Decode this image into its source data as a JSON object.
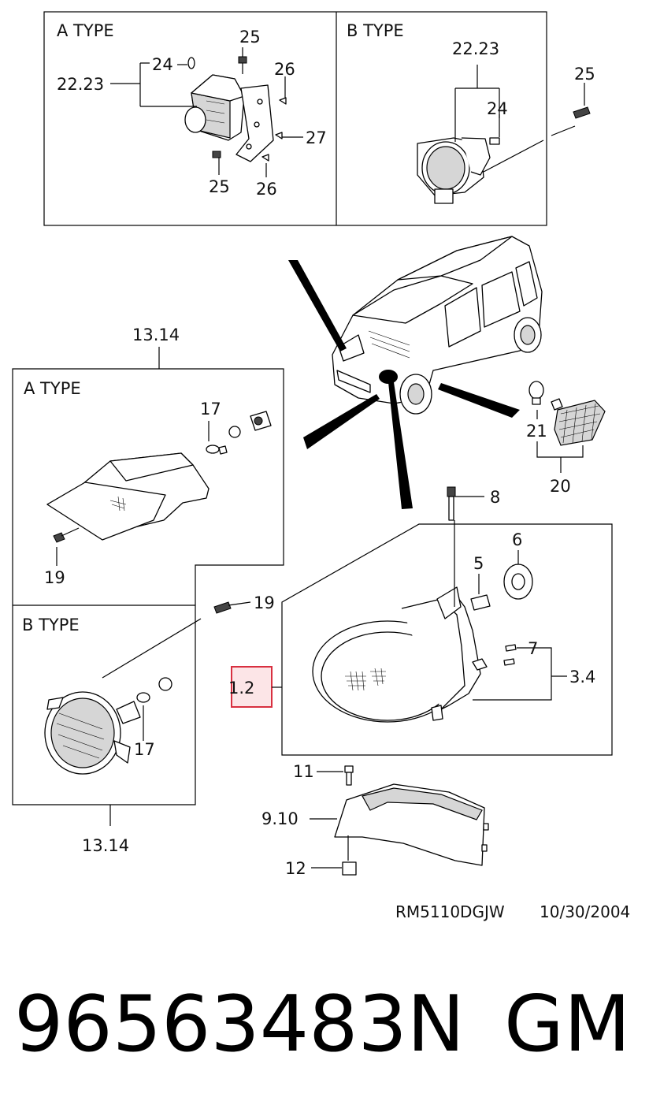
{
  "panels": {
    "fog_a_title": "A TYPE",
    "fog_b_title": "B TYPE",
    "turn_a_title": "A TYPE",
    "turn_b_title": "B TYPE"
  },
  "callouts": {
    "fog_a_25_top": "25",
    "fog_a_24": "24",
    "fog_a_2223": "22.23",
    "fog_a_26_top": "26",
    "fog_a_27": "27",
    "fog_a_25_bottom": "25",
    "fog_a_26_bottom": "26",
    "fog_b_2223": "22.23",
    "fog_b_24": "24",
    "fog_b_25": "25",
    "turn_top_1314": "13.14",
    "turn_a_17": "17",
    "turn_a_19": "19",
    "turn_b_19": "19",
    "turn_b_17": "17",
    "turn_bottom_1314": "13.14",
    "side_21": "21",
    "side_20": "20",
    "head_8": "8",
    "head_6": "6",
    "head_5": "5",
    "head_7": "7",
    "head_34": "3.4",
    "head_12_highlight": "1.2",
    "trim_11": "11",
    "trim_910": "9.10",
    "trim_12": "12"
  },
  "footer": {
    "ref_code": "RM5110DGJW",
    "date": "10/30/2004"
  },
  "part": {
    "number": "96563483N",
    "brand": "GM"
  },
  "colors": {
    "highlight_stroke": "#d83040",
    "line": "#000000"
  }
}
